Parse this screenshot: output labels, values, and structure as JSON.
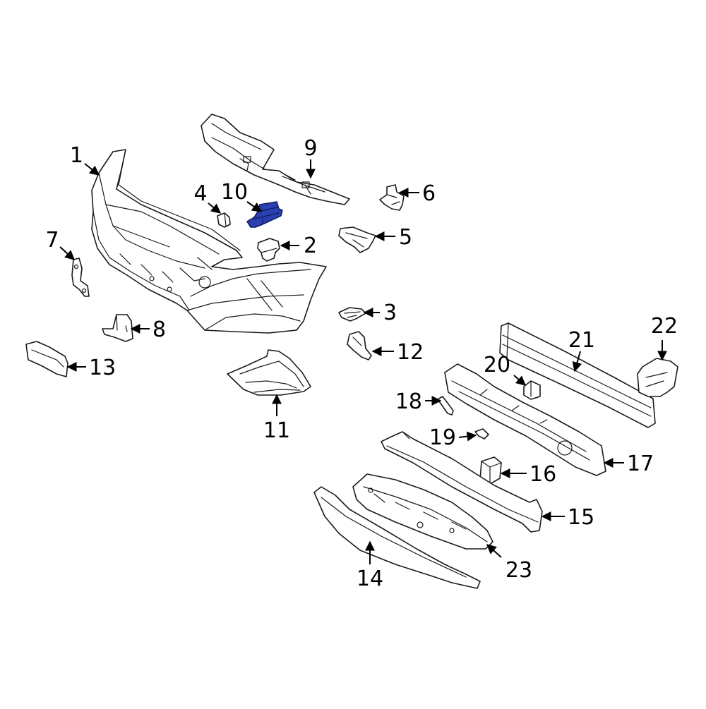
{
  "diagram": {
    "highlight_color": "#2a3fb0",
    "highlighted_part": "10",
    "callouts": {
      "p1": "1",
      "p2": "2",
      "p3": "3",
      "p4": "4",
      "p5": "5",
      "p6": "6",
      "p7": "7",
      "p8": "8",
      "p9": "9",
      "p10": "10",
      "p11": "11",
      "p12": "12",
      "p13": "13",
      "p14": "14",
      "p15": "15",
      "p16": "16",
      "p17": "17",
      "p18": "18",
      "p19": "19",
      "p20": "20",
      "p21": "21",
      "p22": "22",
      "p23": "23"
    }
  }
}
